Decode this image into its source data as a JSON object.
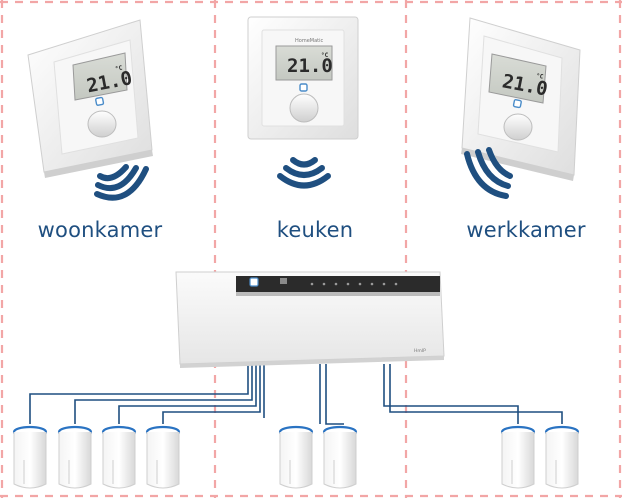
{
  "rooms": [
    {
      "label": "woonkamer",
      "display": "21.0",
      "unit": "°C"
    },
    {
      "label": "keuken",
      "display": "21.0",
      "unit": "°C"
    },
    {
      "label": "werkkamer",
      "display": "21.0",
      "unit": "°C"
    }
  ],
  "colors": {
    "divider": "#f2a6a6",
    "wireless": "#1f4f80",
    "wire": "#1f4f80",
    "label": "#1f4f80"
  },
  "icons": [
    "thermostat-icon",
    "wireless-signal-icon",
    "control-unit-icon",
    "actuator-icon"
  ]
}
